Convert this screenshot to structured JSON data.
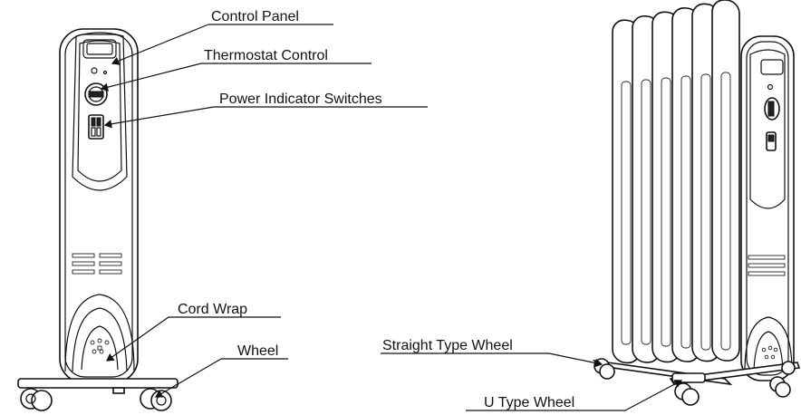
{
  "labels": {
    "control_panel": "Control Panel",
    "thermostat_control": "Thermostat Control",
    "power_indicator_switches": "Power Indicator Switches",
    "cord_wrap": "Cord Wrap",
    "wheel": "Wheel",
    "straight_type_wheel": "Straight Type Wheel",
    "u_type_wheel": "U Type Wheel"
  },
  "icons": {
    "front_view": "oil-heater-front-icon",
    "side_view": "oil-heater-perspective-icon"
  }
}
